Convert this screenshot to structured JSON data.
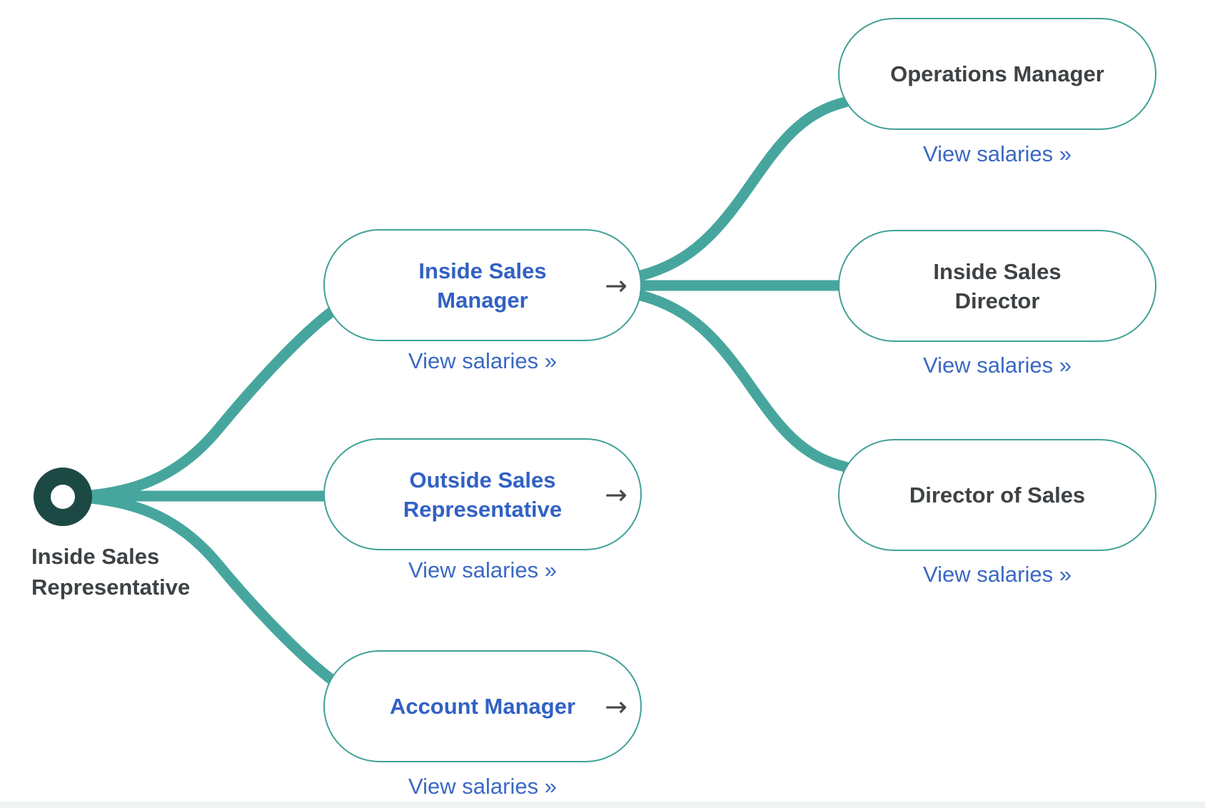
{
  "diagram": {
    "root": {
      "label": "Inside Sales Representative"
    },
    "nodes": [
      {
        "label": "Inside Sales Manager",
        "link": "View salaries »"
      },
      {
        "label": "Outside Sales Representative",
        "link": "View salaries »"
      },
      {
        "label": "Account Manager",
        "link": "View salaries »"
      },
      {
        "label": "Operations Manager",
        "link": "View salaries »"
      },
      {
        "label": "Inside Sales Director",
        "link": "View salaries »"
      },
      {
        "label": "Director of Sales",
        "link": "View salaries »"
      }
    ],
    "icons": {
      "arrow_right": "→"
    },
    "colors": {
      "edge_teal": "#46a69e",
      "pill_border_teal": "#41a197",
      "root_dot_dark_teal": "#1d4944",
      "node_text_blue": "#3161c4",
      "link_blue": "#3a68c4",
      "text_dark_gray": "#3e4245",
      "arrow_gray": "#45484b"
    }
  }
}
